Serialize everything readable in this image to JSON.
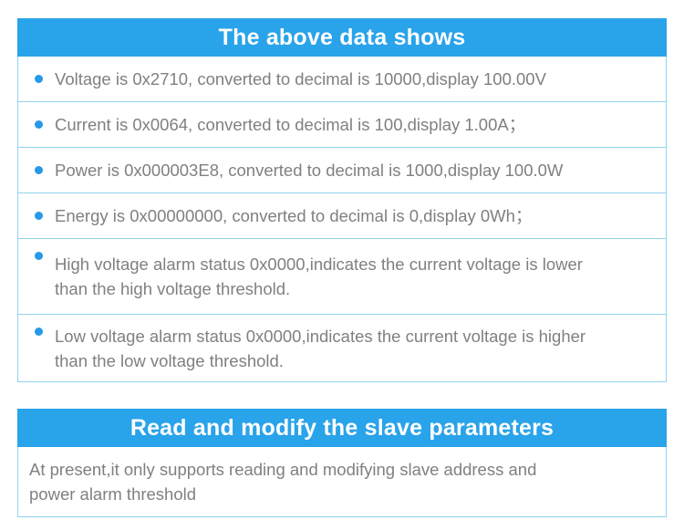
{
  "sections": [
    {
      "id": "above-data",
      "header": "The above data shows",
      "rows": [
        {
          "bullet": "bullet-dot",
          "text": "Voltage is 0x2710,  converted to decimal is 10000,display 100.00V",
          "lines": 1
        },
        {
          "bullet": "bullet-dot",
          "text": "Current is 0x0064,  converted to decimal is 100,display 1.00A；",
          "lines": 1
        },
        {
          "bullet": "bullet-dot",
          "text": "Power is 0x000003E8,  converted to decimal is 1000,display 100.0W",
          "lines": 1
        },
        {
          "bullet": "bullet-dot",
          "text": "Energy is 0x00000000,  converted to decimal is 0,display 0Wh；",
          "lines": 1
        },
        {
          "bullet": "bullet-dot",
          "text": "High voltage alarm status 0x0000,indicates the current voltage is lower\n than the high voltage threshold.",
          "lines": 2
        },
        {
          "bullet": "bullet-dot",
          "text": "Low voltage alarm status 0x0000,indicates the current voltage is higher\nthan the low voltage threshold.",
          "lines": 2
        }
      ]
    },
    {
      "id": "slave-params",
      "header": "Read and modify the slave parameters",
      "note": "At present,it only supports reading and modifying slave address and\n power alarm threshold"
    }
  ],
  "colors": {
    "header_blue": "#29a3ea",
    "bullet_blue": "#2699e8",
    "border_blue": "#8fd4ee",
    "text_gray": "#808080",
    "header_text": "#ffffff",
    "background": "#ffffff"
  }
}
